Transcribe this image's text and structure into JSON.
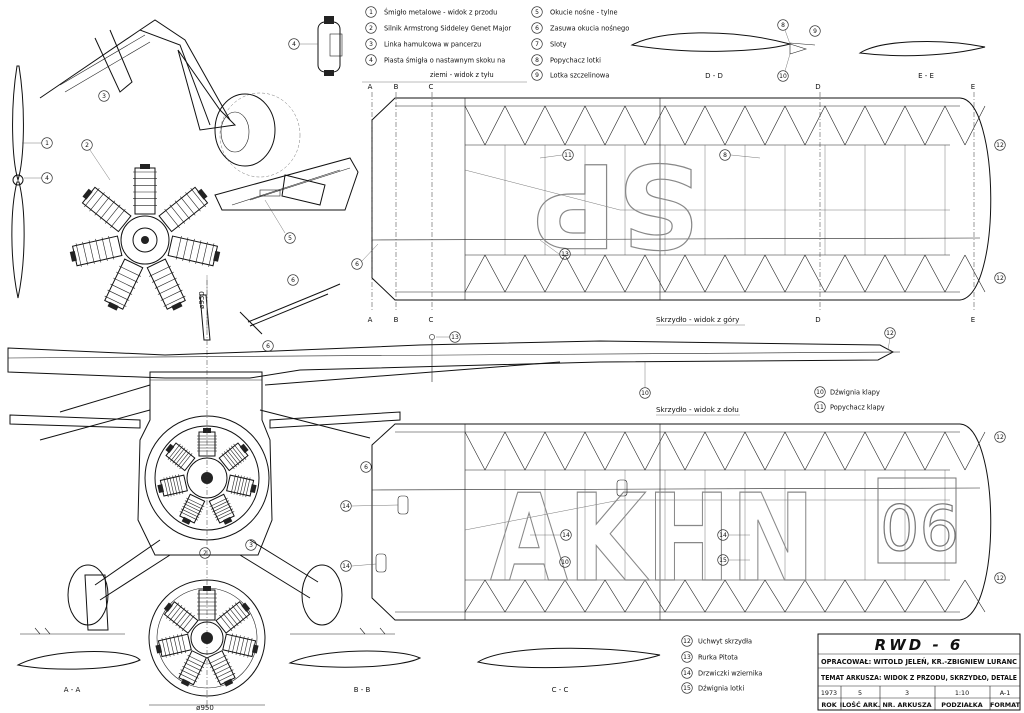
{
  "legend_left": [
    {
      "n": "1",
      "text": "Śmigło metalowe - widok z przodu"
    },
    {
      "n": "2",
      "text": "Silnik Armstrong Siddeley Genet Major"
    },
    {
      "n": "3",
      "text": "Linka hamulcowa w pancerzu"
    },
    {
      "n": "4",
      "text": "Piasta śmigła o nastawnym skoku na"
    },
    {
      "n": "",
      "text": "ziemi - widok z tyłu"
    }
  ],
  "legend_right": [
    {
      "n": "5",
      "text": "Okucie nośne - tylne"
    },
    {
      "n": "6",
      "text": "Zasuwa okucia nośnego"
    },
    {
      "n": "7",
      "text": "Sloty"
    },
    {
      "n": "8",
      "text": "Popychacz lotki"
    },
    {
      "n": "9",
      "text": "Lotka szczelinowa"
    }
  ],
  "legend_mid": [
    {
      "n": "10",
      "text": "Dźwignia klapy"
    },
    {
      "n": "11",
      "text": "Popychacz klapy"
    }
  ],
  "legend_bottom": [
    {
      "n": "12",
      "text": "Uchwyt skrzydła"
    },
    {
      "n": "13",
      "text": "Rurka Pitota"
    },
    {
      "n": "14",
      "text": "Drzwiczki wziernika"
    },
    {
      "n": "15",
      "text": "Dźwignia lotki"
    }
  ],
  "sections_top": {
    "dd": "D - D",
    "ee": "E - E"
  },
  "sections_bottom": {
    "aa": "A - A",
    "bb": "B - B",
    "cc": "C - C"
  },
  "station_marks": {
    "a": "A",
    "b": "B",
    "c": "C",
    "d": "D",
    "e": "E"
  },
  "view_captions": {
    "top": "Skrzydło - widok z góry",
    "bottom": "Skrzydło - widok z dołu"
  },
  "wing_letters": {
    "top": "SP",
    "bottom_reg": "AKHN",
    "bottom_num": "06"
  },
  "dimension": "ø950",
  "title_block": {
    "title": "RWD - 6",
    "opracowal": "OPRACOWAŁ: WITOLD JELEŃ, KR.-ZBIGNIEW LURANC",
    "temat": "TEMAT ARKUSZA: WIDOK Z PRZODU, SKRZYDŁO, DETALE",
    "values": [
      "1973",
      "5",
      "3",
      "1:10",
      "A-1"
    ],
    "headers": [
      "ROK",
      "ILOŚĆ ARK.",
      "NR. ARKUSZA",
      "PODZIAŁKA",
      "FORMAT"
    ]
  },
  "callouts": {
    "c1": "1",
    "c2": "2",
    "c3": "3",
    "c4": "4",
    "c5": "5",
    "c6": "6",
    "c8": "8",
    "c9": "9",
    "c10": "10",
    "c11": "11",
    "c12": "12",
    "c13": "13",
    "c14": "14",
    "c15": "15"
  }
}
